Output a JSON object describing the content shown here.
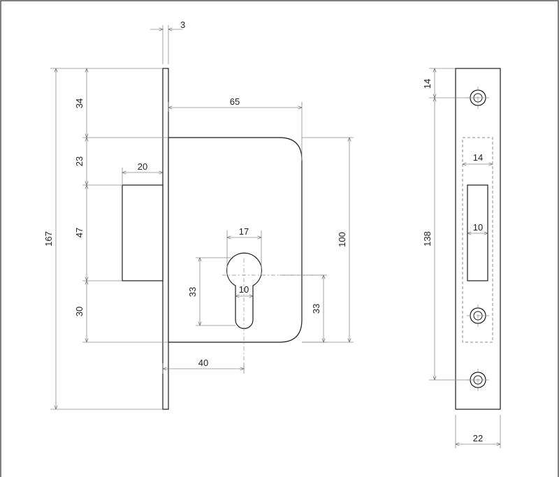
{
  "dimensions": {
    "backset_plate_thickness": "3",
    "top_to_case": "34",
    "case_depth": "65",
    "case_top_to_bolt": "23",
    "bolt_throw": "20",
    "bolt_height": "47",
    "bolt_to_case_bottom": "30",
    "total_height": "167",
    "cylinder_width": "17",
    "cylinder_height": "33",
    "cylinder_slot": "10",
    "case_height": "100",
    "cylinder_to_bottom": "33",
    "backset": "40",
    "strike_top_hole": "14",
    "strike_window_width": "14",
    "strike_hole_spacing": "138",
    "strike_bolt_slot": "10",
    "strike_width": "22"
  },
  "colors": {
    "outline": "#1a1a1a",
    "dimension": "#8a8a8a",
    "frame": "#555555"
  }
}
